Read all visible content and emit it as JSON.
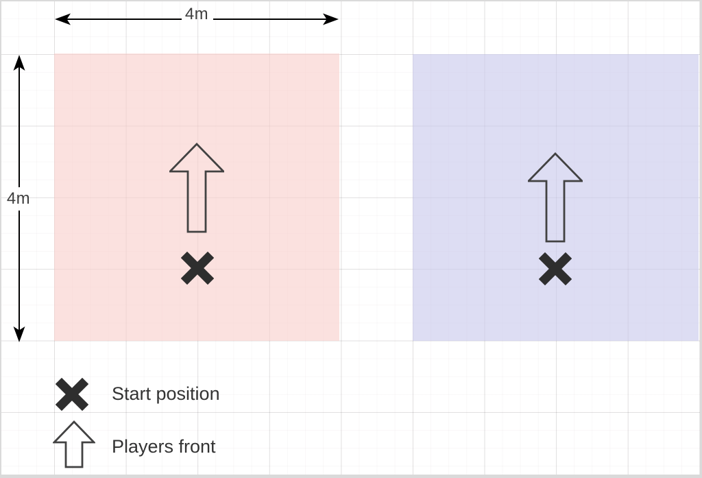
{
  "dimensions": {
    "width_label": "4m",
    "height_label": "4m"
  },
  "zones": {
    "red": {
      "fill": "rgba(248,206,204,0.62)",
      "marker": "x",
      "facing": "up"
    },
    "blue": {
      "fill": "rgba(200,200,235,0.62)",
      "marker": "x",
      "facing": "up"
    }
  },
  "legend": {
    "items": [
      {
        "icon": "x-marker-icon",
        "label": "Start position"
      },
      {
        "icon": "players-front-arrow-icon",
        "label": "Players front"
      }
    ]
  },
  "colors": {
    "dimension_line": "#000000",
    "dimension_text": "#3d3d3d",
    "marker_stroke": "#2e2e2e",
    "arrow_outline": "#424242",
    "grid_major": "rgba(0,0,0,0.10)",
    "grid_minor": "rgba(120,90,100,0.045)"
  }
}
